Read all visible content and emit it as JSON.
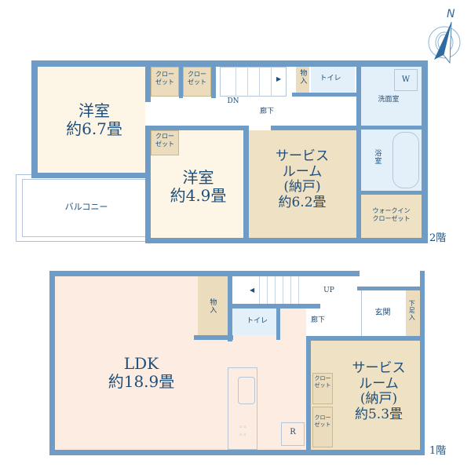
{
  "compass": {
    "label": "N"
  },
  "floor2": {
    "tag": "2階",
    "rooms": {
      "western1": {
        "name": "洋室",
        "size": "約6.7畳"
      },
      "western2": {
        "name": "洋室",
        "size": "約4.9畳"
      },
      "closet_a": {
        "line1": "クロー",
        "line2": "ゼット"
      },
      "closet_b": {
        "line1": "クロー",
        "line2": "ゼット"
      },
      "closet_c": {
        "line1": "クロー",
        "line2": "ゼット"
      },
      "service": {
        "line1": "サービス",
        "line2": "ルーム",
        "line3": "(納戸)",
        "size": "約6.2畳"
      },
      "storage": {
        "name": "物入"
      },
      "toilet": {
        "name": "トイレ"
      },
      "washroom": {
        "name": "洗面室",
        "machine": "W"
      },
      "bath": {
        "name": "浴室"
      },
      "wic": {
        "line1": "ウォークイン",
        "line2": "クローゼット"
      },
      "balcony": {
        "name": "バルコニー"
      },
      "hall": {
        "name": "廊下",
        "stairs": "DN"
      }
    }
  },
  "floor1": {
    "tag": "1階",
    "rooms": {
      "ldk": {
        "name": "LDK",
        "size": "約18.9畳",
        "fridge": "R"
      },
      "storage": {
        "name": "物入"
      },
      "toilet": {
        "name": "トイレ"
      },
      "hall": {
        "name": "廊下",
        "stairs": "UP"
      },
      "entrance": {
        "name": "玄関"
      },
      "shoe": {
        "name": "下足入"
      },
      "service": {
        "line1": "サービス",
        "line2": "ルーム",
        "line3": "(納戸)",
        "size": "約5.3畳"
      },
      "closet_a": {
        "line1": "クロー",
        "line2": "ゼット"
      },
      "closet_b": {
        "line1": "クロー",
        "line2": "ゼット"
      }
    }
  },
  "colors": {
    "wall": "#6f9cc7",
    "western": "#fdf6e6",
    "service": "#efe1c3",
    "closet": "#eadcbc",
    "wet": "#e3f0fa",
    "ldk": "#fdece2",
    "text": "#1f4e79"
  }
}
